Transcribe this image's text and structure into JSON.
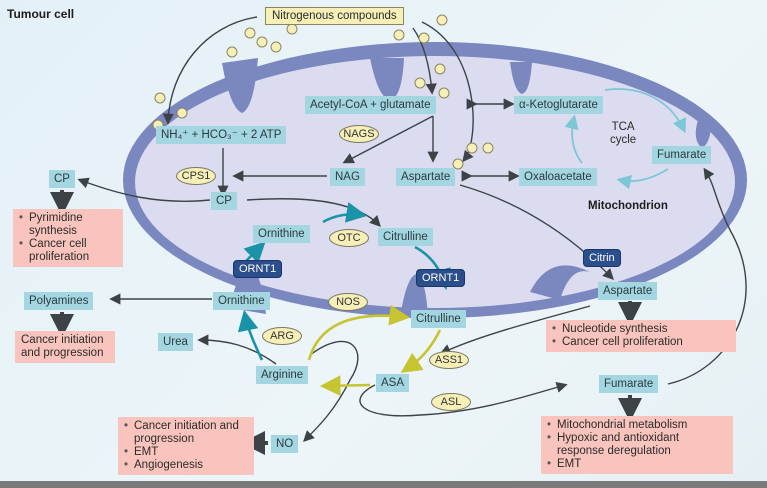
{
  "figure": {
    "cell_label": "Tumour cell",
    "organelle_label": "Mitochondrion",
    "tca_label_line1": "TCA",
    "tca_label_line2": "cycle"
  },
  "source": {
    "label": "Nitrogenous compounds"
  },
  "mitochondrion": {
    "metabolites": {
      "ammonia_bicarbonate": "NH₄⁺ + HCO₃⁻ + 2 ATP",
      "acetyl_glutamate": "Acetyl-CoA + glutamate",
      "alpha_kg": "α-Ketoglutarate",
      "nag": "NAG",
      "aspartate": "Aspartate",
      "oxaloacetate": "Oxaloacetate",
      "fumarate": "Fumarate",
      "cp": "CP",
      "ornithine": "Ornithine",
      "citrulline": "Citrulline"
    },
    "enzymes": {
      "nags": "NAGS",
      "cps1": "CPS1",
      "otc": "OTC"
    }
  },
  "transporters": {
    "ornt1_left": "ORNT1",
    "ornt1_right": "ORNT1",
    "citrin": "Citrin"
  },
  "cytosol": {
    "metabolites": {
      "cp": "CP",
      "polyamines": "Polyamines",
      "ornithine": "Ornithine",
      "urea": "Urea",
      "arginine": "Arginine",
      "citrulline": "Citrulline",
      "asa": "ASA",
      "no": "NO",
      "aspartate": "Aspartate",
      "fumarate": "Fumarate"
    },
    "enzymes": {
      "nos": "NOS",
      "arg": "ARG",
      "ass1": "ASS1",
      "asl": "ASL"
    }
  },
  "outcomes": {
    "cp": [
      "Pyrimidine synthesis",
      "Cancer cell proliferation"
    ],
    "polyamines": [
      "Cancer initiation and progression"
    ],
    "no": [
      "Cancer initiation and progression",
      "EMT",
      "Angiogenesis"
    ],
    "aspartate": [
      "Nucleotide synthesis",
      "Cancer cell proliferation"
    ],
    "fumarate": [
      "Mitochondrial metabolism",
      "Hypoxic and antioxidant response deregulation",
      "EMT"
    ]
  },
  "colors": {
    "metabolite_box": "#a4d6e1",
    "enzyme_oval": "#f6efb8",
    "transporter": "#2b4f8c",
    "outcome_box": "#f9c4bd",
    "membrane": "#7b87bf",
    "matrix": "#dcdcf0",
    "teal_arrow": "#1a93a8",
    "yellow_arrow": "#c6c430",
    "tca_arrow": "#7cc6d6",
    "dark_arrow": "#3c4246"
  }
}
